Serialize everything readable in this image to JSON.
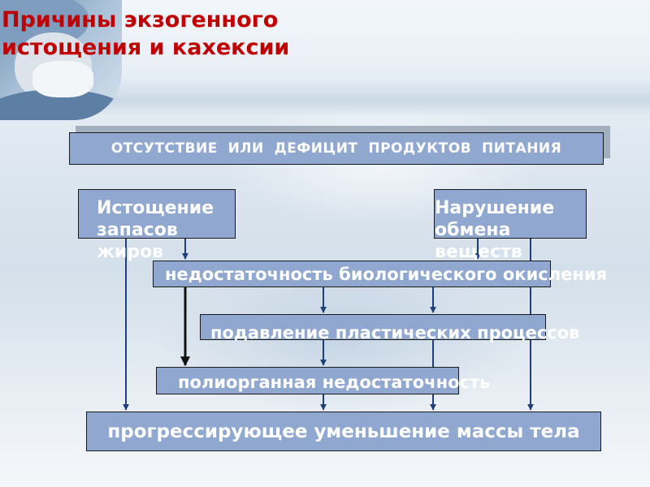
{
  "title": {
    "line1": "Причины экзогенного",
    "line2": "истощения и кахексии"
  },
  "diagram": {
    "top": "ОТСУТСТВИЕ  ИЛИ  ДЕФИЦИТ  ПРОДУКТОВ  ПИТАНИЯ",
    "left": {
      "line1": "Истощение",
      "line2": "запасов",
      "line3": "жиров"
    },
    "right": {
      "line1": "Нарушение",
      "line2": "обмена",
      "line3": "веществ"
    },
    "bio": "недостаточность биологического окисления",
    "plastic": "подавление пластических процессов",
    "poly": "полиорганная недостаточность",
    "final": "прогрессирующее уменьшение массы тела"
  },
  "colors": {
    "title": "#c00000",
    "box_fill": "#90a8d0",
    "arrow": "#1f3f7a"
  }
}
